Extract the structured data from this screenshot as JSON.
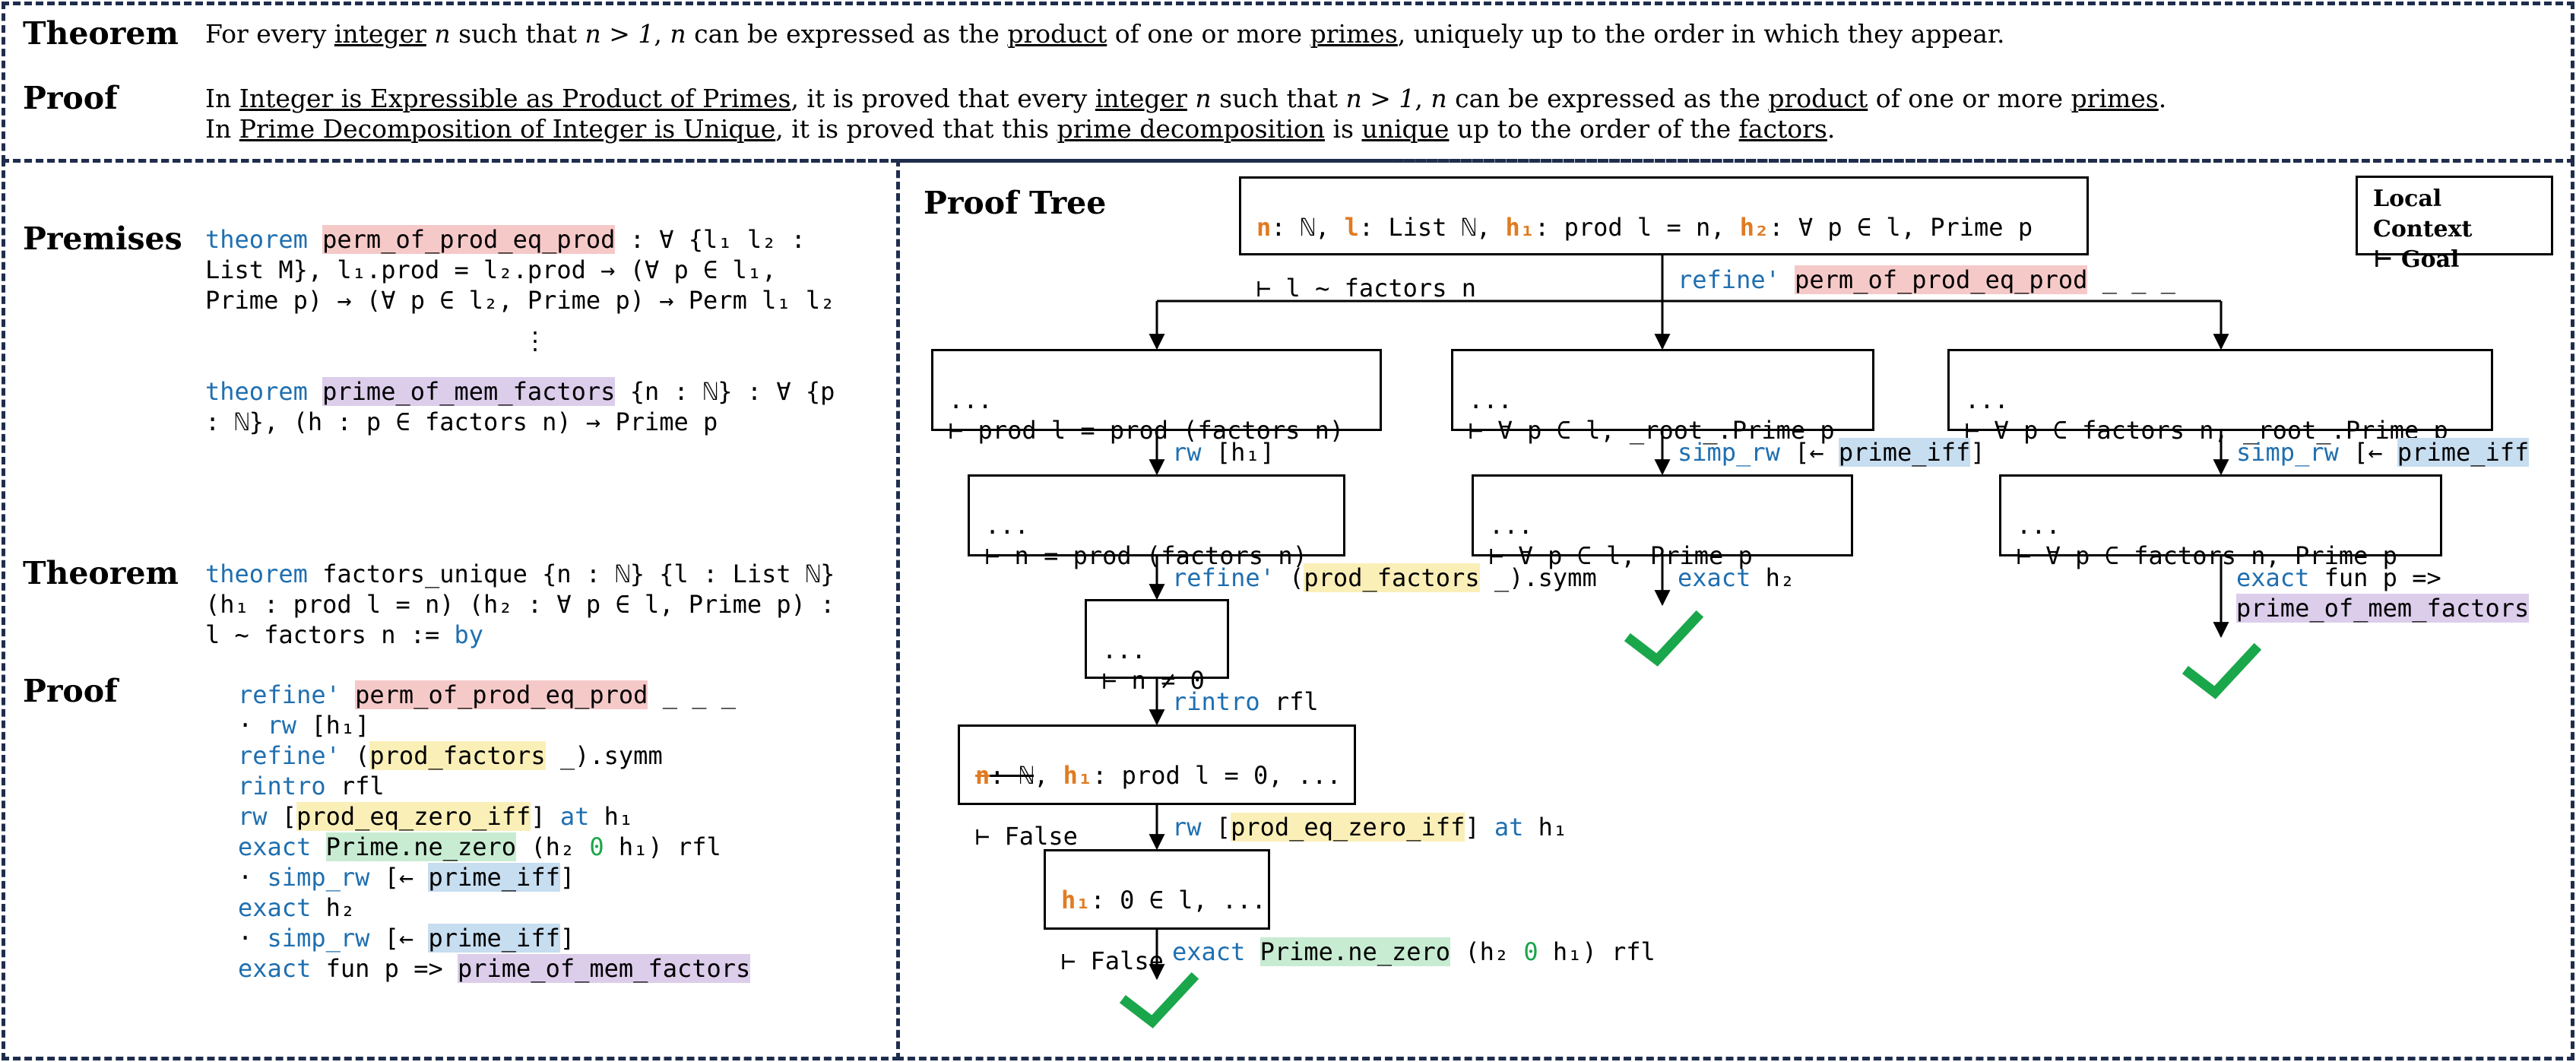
{
  "top": {
    "theorem_label": "Theorem",
    "theorem_text": [
      "For every ",
      "integer",
      " ",
      "n",
      " such that ",
      "n > 1",
      ", ",
      "n",
      " can be expressed as the ",
      "product",
      " of one or more ",
      "primes",
      ", uniquely up to the order in which they appear."
    ],
    "proof_label": "Proof",
    "proof_line1": [
      "In ",
      "Integer is Expressible as Product of Primes",
      ", it is proved that every ",
      "integer",
      " ",
      "n",
      " such that ",
      "n > 1",
      ", ",
      "n",
      " can be expressed as the ",
      "product",
      " of one or more ",
      "primes",
      "."
    ],
    "proof_line2": [
      "In ",
      "Prime Decomposition of Integer is Unique",
      ", it is proved that this ",
      "prime decomposition",
      " is ",
      "unique",
      " up to the order of the ",
      "factors",
      "."
    ]
  },
  "left": {
    "premises_label": "Premises",
    "premise1": {
      "kw": "theorem",
      "name": "perm_of_prod_eq_prod",
      "rest1": " : ∀ {l₁ l₂ :",
      "line2": "List M}, l₁.prod = l₂.prod → (∀ p ∈ l₁,",
      "line3": "Prime p) → (∀ p ∈ l₂, Prime p) → Perm l₁ l₂"
    },
    "ellipsis": "⋮",
    "premise2": {
      "kw": "theorem",
      "name": "prime_of_mem_factors",
      "rest1": " {n : ℕ} : ∀ {p",
      "line2": ": ℕ}, (h : p ∈ factors n) → Prime p"
    },
    "theorem_label": "Theorem",
    "theorem": {
      "kw": "theorem",
      "rest1": " factors_unique {n : ℕ} {l : List ℕ}",
      "line2": "(h₁ : prod l = n) (h₂ : ∀ p ∈ l, Prime p) :",
      "line3a": "l ~ factors n := ",
      "line3kw": "by"
    },
    "proof_label": "Proof",
    "proof": {
      "l1_kw": "refine'",
      "l1_name": "perm_of_prod_eq_prod",
      "l1_rest": " _ _ _",
      "l2_dot": "· ",
      "l2_kw": "rw",
      "l2_rest": " [h₁]",
      "l3_kw": "refine'",
      "l3_pre": " (",
      "l3_name": "prod_factors",
      "l3_rest": " _).symm",
      "l4_kw": "rintro",
      "l4_rest": " rfl",
      "l5_kw": "rw",
      "l5_pre": " [",
      "l5_name": "prod_eq_zero_iff",
      "l5_mid": "] ",
      "l5_kw2": "at",
      "l5_rest": " h₁",
      "l6_kw": "exact",
      "l6_sp": " ",
      "l6_name": "Prime.ne_zero",
      "l6_pre": " (h₂ ",
      "l6_num": "0",
      "l6_rest": " h₁) rfl",
      "l7_dot": "· ",
      "l7_kw": "simp_rw",
      "l7_pre": " [← ",
      "l7_name": "prime_iff",
      "l7_rest": "]",
      "l8_kw": "exact",
      "l8_rest": " h₂",
      "l9_dot": "· ",
      "l9_kw": "simp_rw",
      "l9_pre": " [← ",
      "l9_name": "prime_iff",
      "l9_rest": "]",
      "l10_kw": "exact",
      "l10_pre": " fun p => ",
      "l10_name": "prime_of_mem_factors"
    }
  },
  "tree": {
    "label": "Proof Tree",
    "legend_line1": "Local Context",
    "legend_line2": "⊢ Goal",
    "root": {
      "n": "n",
      "n_t": ": ℕ, ",
      "l": "l",
      "l_t": ": List ℕ, ",
      "h1": "h₁",
      "h1_t": ": prod l = n, ",
      "h2": "h₂",
      "h2_t": ": ∀ p ∈ l, Prime p",
      "goal": "⊢ l ~ factors n"
    },
    "tac_root": {
      "kw": "refine'",
      "sp": " ",
      "name": "perm_of_prod_eq_prod",
      "rest": " _ _ _"
    },
    "b1": {
      "ctx": "...",
      "goal": "⊢ prod l = prod (factors n)"
    },
    "b2": {
      "ctx": "...",
      "goal": "⊢ ∀ p ∈ l, _root_.Prime p"
    },
    "b3": {
      "ctx": "...",
      "goal": "⊢ ∀ p ∈ factors n, _root_.Prime p"
    },
    "tac_b1": {
      "kw": "rw",
      "rest": " [h₁]"
    },
    "tac_b2": {
      "kw": "simp_rw",
      "pre": " [← ",
      "name": "prime_iff",
      "rest": "]"
    },
    "tac_b3": {
      "kw": "simp_rw",
      "pre": " [← ",
      "name": "prime_iff"
    },
    "c1": {
      "ctx": "...",
      "goal": "⊢ n = prod (factors n)"
    },
    "c2": {
      "ctx": "...",
      "goal": "⊢ ∀ p ∈ l, Prime p"
    },
    "c3": {
      "ctx": "...",
      "goal": "⊢ ∀ p ∈ factors n, Prime p"
    },
    "tac_c1": {
      "kw": "refine'",
      "pre": " (",
      "name": "prod_factors",
      "rest": " _).symm"
    },
    "tac_c2": {
      "kw": "exact",
      "rest": " h₂"
    },
    "tac_c3": {
      "kw": "exact",
      "rest": " fun p =>",
      "name": "prime_of_mem_factors"
    },
    "d1": {
      "ctx": "...",
      "goal": "⊢ n ≠ 0"
    },
    "tac_d1": {
      "kw": "rintro",
      "rest": " rfl"
    },
    "e1": {
      "n": "n",
      "n_t": ": ℕ",
      "sep": ", ",
      "h1": "h₁",
      "h1_t": ": prod l = 0, ...",
      "goal": "⊢ False"
    },
    "tac_e1": {
      "kw": "rw",
      "pre": " [",
      "name": "prod_eq_zero_iff",
      "mid": "] ",
      "kw2": "at",
      "rest": " h₁"
    },
    "f1": {
      "h1": "h₁",
      "h1_t": ": 0 ∈ l, ...",
      "goal": "⊢ False"
    },
    "tac_f1": {
      "kw": "exact",
      "sp": " ",
      "name": "Prime.ne_zero",
      "pre": " (h₂ ",
      "num": "0",
      "rest": " h₁) rfl"
    }
  },
  "colors": {
    "frame": "#1f2d4d",
    "keyword": "#1f6fb0",
    "context_var": "#e07b22",
    "number": "#1aa64a",
    "check": "#1aa64a",
    "highlight_red": "#f6c9c9",
    "highlight_purple": "#dccdeb",
    "highlight_yellow": "#fbefb8",
    "highlight_green": "#c8ecd2",
    "highlight_blue": "#c7ddf0"
  }
}
